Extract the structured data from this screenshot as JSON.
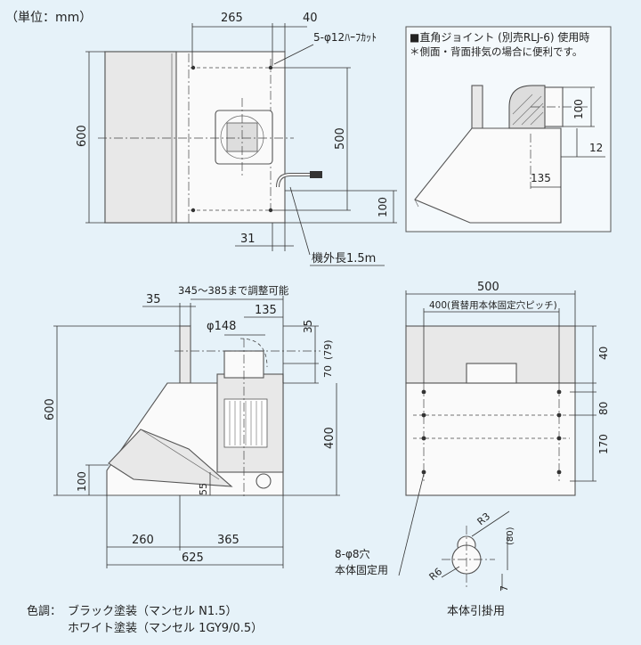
{
  "unit": "（単位：mm）",
  "top_view": {
    "dim_width_265": "265",
    "dim_width_40": "40",
    "hole_note": "5-φ12ﾊｰﾌｶｯﾄ",
    "dim_height_600": "600",
    "dim_500": "500",
    "dim_100": "100",
    "dim_31": "31",
    "cord_label": "機外長1.5m"
  },
  "joint_box": {
    "title": "■直角ジョイント (別売RLJ-6) 使用時",
    "subtitle": "＊側面・背面排気の場合に便利です。",
    "dim_100": "100",
    "dim_12": "12",
    "dim_135": "135"
  },
  "side_view": {
    "dim_35_top": "35",
    "adjust_note": "345～385まで調整可能",
    "dim_135": "135",
    "dia_148": "φ148",
    "dim_35_right": "35",
    "dim_79": "(79)",
    "dim_70": "70",
    "dim_600": "600",
    "dim_400": "400",
    "dim_100": "100",
    "dim_55": "55",
    "dim_260": "260",
    "dim_365": "365",
    "dim_625": "625"
  },
  "front_view": {
    "dim_500": "500",
    "pitch_note": "400(貫替用本体固定穴ピッチ)",
    "dim_40": "40",
    "dim_80": "80",
    "dim_170": "170",
    "hole_note_1": "8-φ8穴",
    "hole_note_2": "本体固定用",
    "hook_label": "本体引掛用",
    "dim_R3": "R3",
    "dim_R6": "R6",
    "dim_80_small": "(80)",
    "dim_7": "7"
  },
  "color_note": {
    "label": "色調：",
    "line1": "ブラック塗装（マンセル N1.5）",
    "line2": "ホワイト塗装（マンセル 1GY9/0.5）"
  }
}
